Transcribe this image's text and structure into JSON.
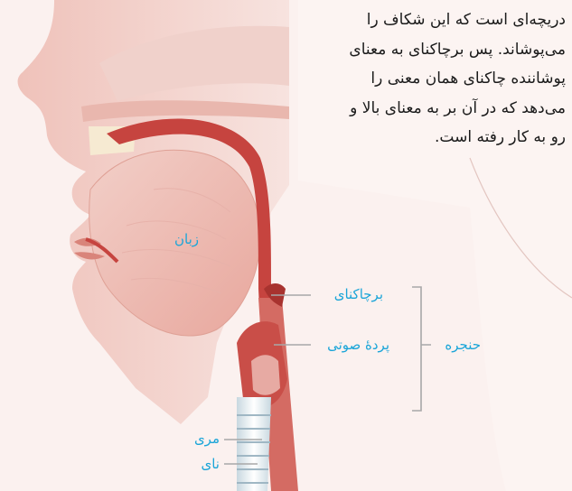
{
  "paragraph": {
    "lines": [
      "دریچه‌ای است که این شکاف را",
      "می‌پوشاند. پس برچاکنای به معنای",
      "پوشاننده چاکنای همان معنی را",
      "می‌دهد که در آن بر به معنای بالا و",
      "رو به کار رفته است."
    ]
  },
  "labels": {
    "tongue": "زبان",
    "epiglottis": "برچاکنای",
    "vocal_cords": "پردهٔ صوتی",
    "larynx": "حنجره",
    "esophagus": "مری",
    "trachea": "نای"
  },
  "colors": {
    "label": "#1aa5d8",
    "leader": "#a8a8a8",
    "text": "#1b1b1b",
    "skin": "#f3c9c1",
    "airway": "#c6443f"
  }
}
